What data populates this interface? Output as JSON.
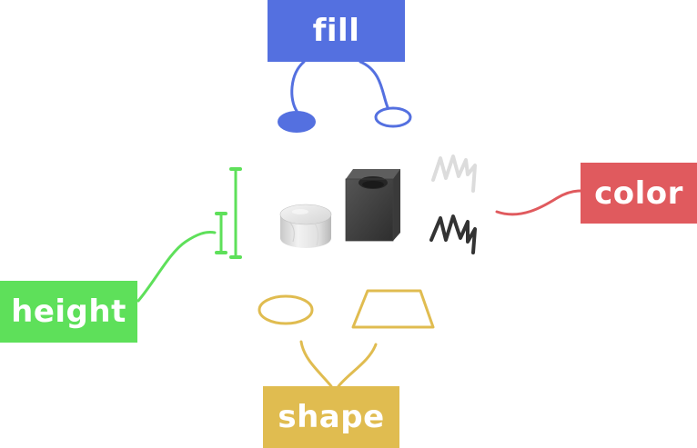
{
  "labels": {
    "fill": "fill",
    "color": "color",
    "height": "height",
    "shape": "shape"
  },
  "colors": {
    "fill": "#5470e0",
    "color": "#e05a5e",
    "height": "#5ee05a",
    "shape": "#e0bc50",
    "marble": "#e6e6e6",
    "dark_block": "#4a4a4a"
  },
  "icons": [
    "filled-ellipse-icon",
    "outline-ellipse-icon",
    "light-scribble-icon",
    "dark-scribble-icon",
    "tall-bar-icon",
    "short-bar-icon",
    "ellipse-shape-icon",
    "trapezoid-shape-icon",
    "marble-cylinder-object",
    "dark-cube-with-hole-object"
  ]
}
